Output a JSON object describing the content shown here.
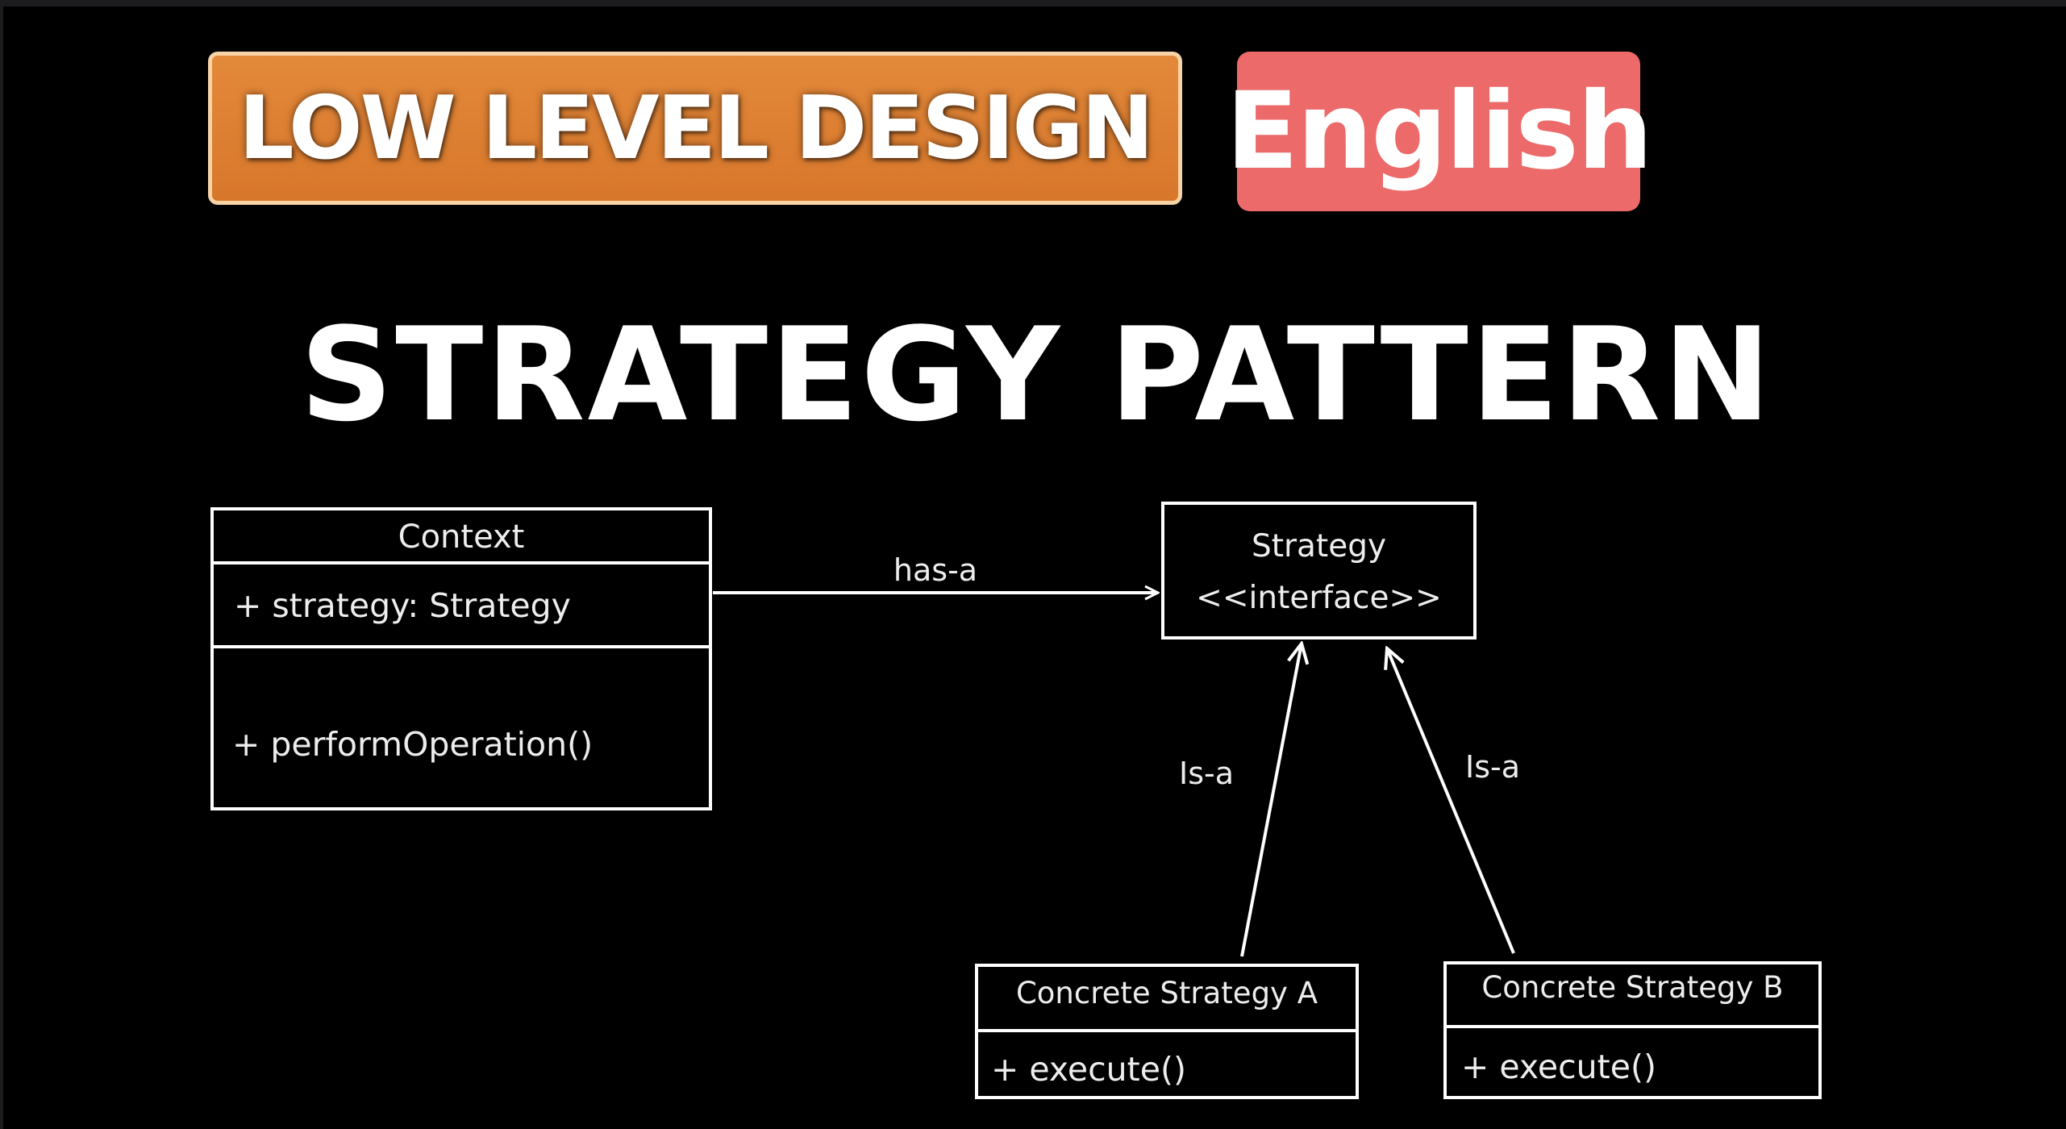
{
  "header": {
    "badge_label": "LOW LEVEL DESIGN",
    "language_label": "English"
  },
  "title": "STRATEGY PATTERN",
  "diagram": {
    "context": {
      "name": "Context",
      "attribute": "+ strategy: Strategy",
      "method": "+ performOperation()"
    },
    "strategy": {
      "name": "Strategy",
      "stereotype": "<<interface>>"
    },
    "concrete_a": {
      "name": "Concrete Strategy A",
      "method": "+ execute()"
    },
    "concrete_b": {
      "name": "Concrete Strategy B",
      "method": "+ execute()"
    },
    "relations": {
      "has_a": "has-a",
      "is_a_left": "Is-a",
      "is_a_right": "Is-a"
    }
  },
  "colors": {
    "background": "#000000",
    "badge_orange": "#e3893a",
    "badge_border": "#f7d3a6",
    "badge_red": "#ec6a6a",
    "line": "#ffffff"
  }
}
